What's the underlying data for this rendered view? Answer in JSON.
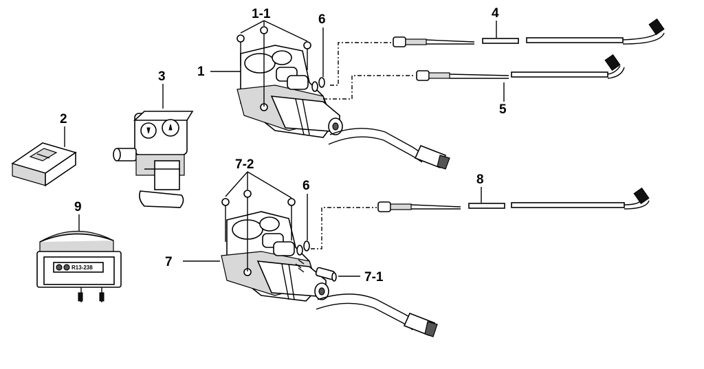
{
  "callouts": {
    "c1": "1",
    "c1_1": "1-1",
    "c2": "2",
    "c3": "3",
    "c4": "4",
    "c5": "5",
    "c6_top": "6",
    "c6_bottom": "6",
    "c7": "7",
    "c7_1": "7-1",
    "c7_2": "7-2",
    "c8": "8",
    "c9": "9"
  },
  "switch_marking": "R13-238"
}
